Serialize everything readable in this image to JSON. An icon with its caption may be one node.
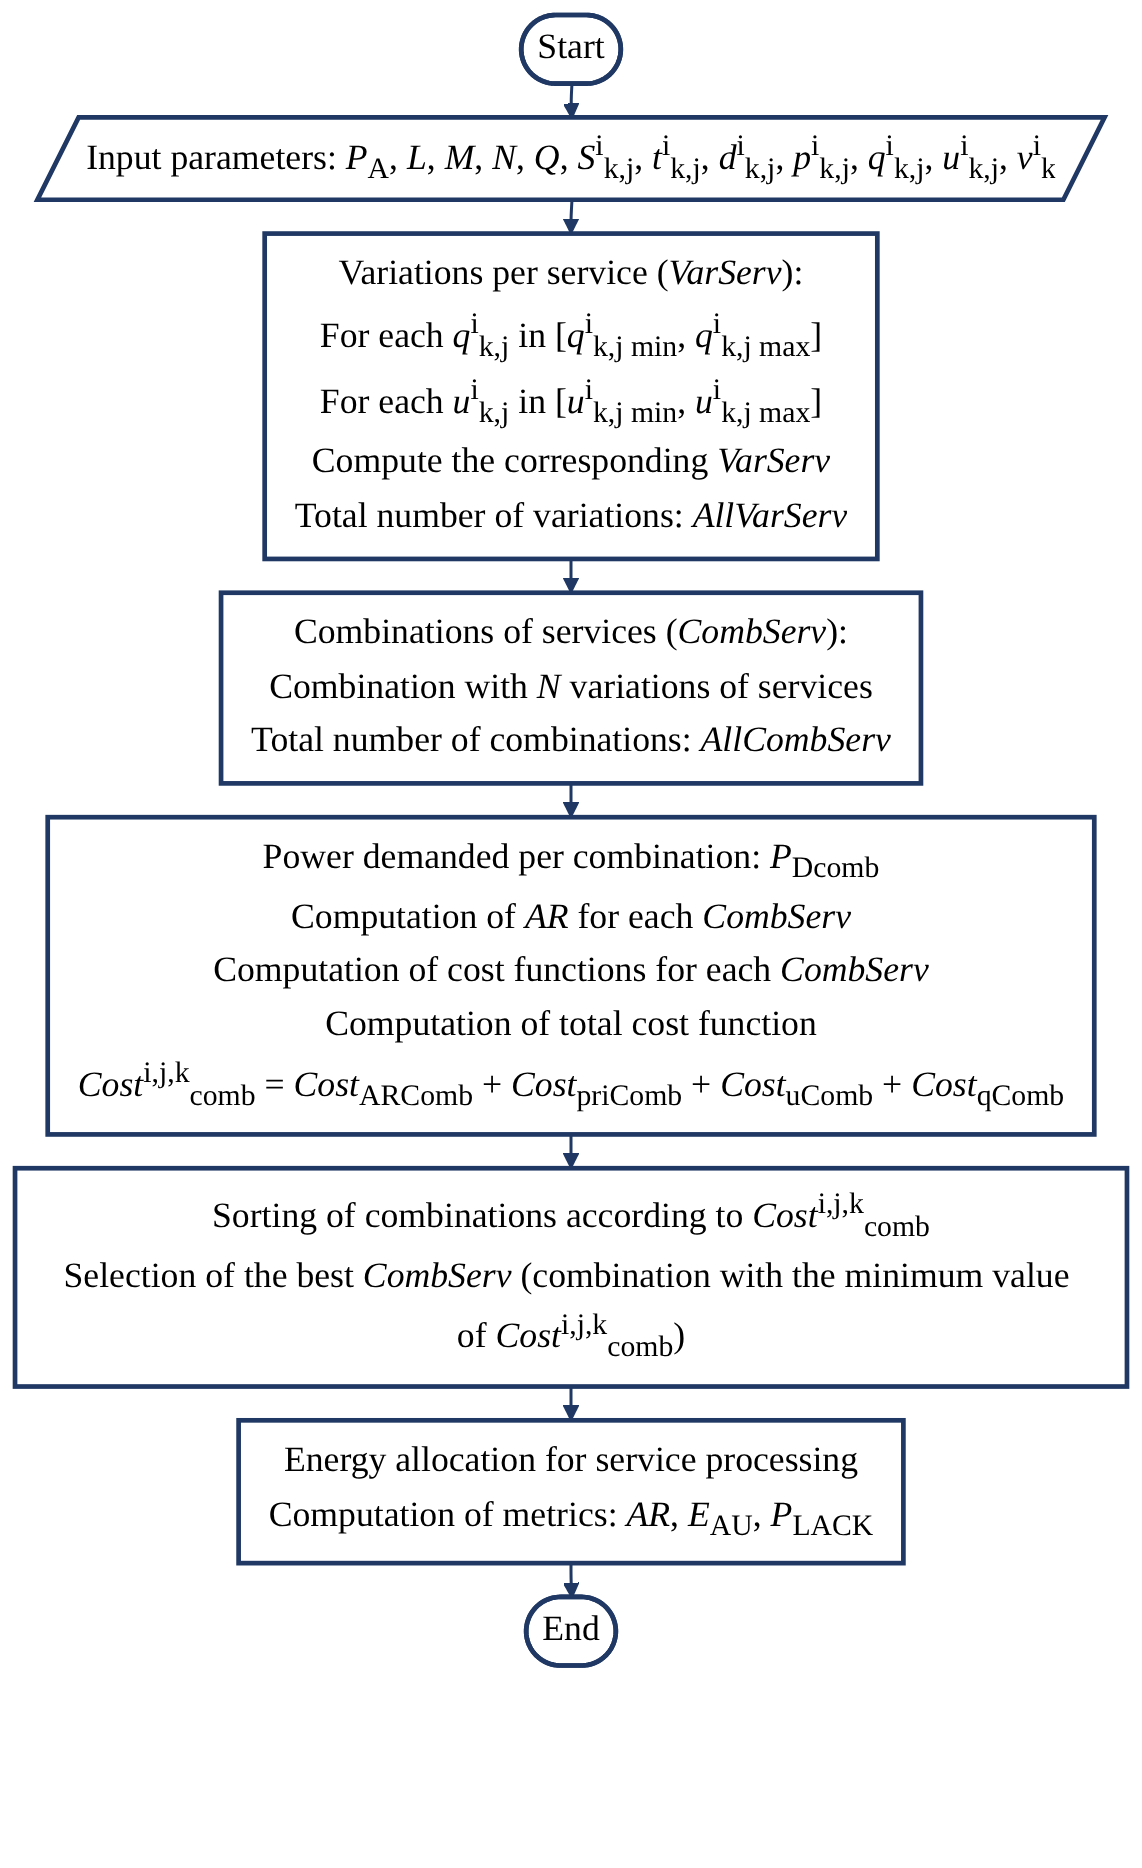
{
  "diagram": {
    "nodes": [
      {
        "text": [
          "Start"
        ]
      },
      {
        "text": [
          "Input parameters: *P*$_{A}$, *L*, *M*, *N*, *Q*, *S*$^{i}$$_{k,j}$, *t*$^{i}$$_{k,j}$, *d*$^{i}$$_{k,j}$, *p*$^{i}$$_{k,j}$, *q*$^{i}$$_{k,j}$, *u*$^{i}$$_{k,j}$, *v*$^{i}$$_{k}$"
        ]
      },
      {
        "text": [
          "Variations per service (*VarServ*):",
          "For each *q*$^{i}$$_{k,j}$ in [*q*$^{i}$$_{k,j min}$, *q*$^{i}$$_{k,j max}$]",
          "For each *u*$^{i}$$_{k,j}$ in [*u*$^{i}$$_{k,j min}$, *u*$^{i}$$_{k,j max}$]",
          "Compute the corresponding *VarServ*",
          "Total number of variations: *AllVarServ*"
        ]
      },
      {
        "text": [
          "Combinations of services (*CombServ*):",
          "Combination with *N* variations of services",
          "Total number of combinations: *AllCombServ*"
        ]
      },
      {
        "text": [
          "Power demanded per combination: *P*$_{Dcomb}$",
          "Computation of *AR* for each *CombServ*",
          "Computation of cost functions for each *CombServ*",
          "Computation of total cost function",
          "*Cost*$^{i,j,k}$$_{comb}$ = *Cost*$_{ARComb}$ + *Cost*$_{priComb}$ + *Cost*$_{uComb}$ + *Cost*$_{qComb}$"
        ]
      },
      {
        "text": [
          "Sorting of combinations according to *Cost*$^{i,j,k}$$_{comb}$",
          "Selection of the best *CombServ* (combination with the minimum value of *Cost*$^{i,j,k}$$_{comb}$)"
        ]
      },
      {
        "text": [
          "Energy allocation for service processing",
          "Computation of metrics: *AR*, *E*$_{AU}$, *P*$_{LACK}$"
        ]
      },
      {
        "text": [
          "End"
        ]
      }
    ],
    "edges": [
      {
        "from": 0,
        "to": 1,
        "arrow": "to"
      },
      {
        "from": 1,
        "to": 2,
        "arrow": "to"
      },
      {
        "from": 2,
        "to": 3,
        "arrow": "to"
      },
      {
        "from": 3,
        "to": 4,
        "arrow": "to"
      },
      {
        "from": 4,
        "to": 5,
        "arrow": "to"
      },
      {
        "from": 5,
        "to": 6,
        "arrow": "to"
      },
      {
        "from": 6,
        "to": 7,
        "arrow": "to"
      }
    ]
  }
}
